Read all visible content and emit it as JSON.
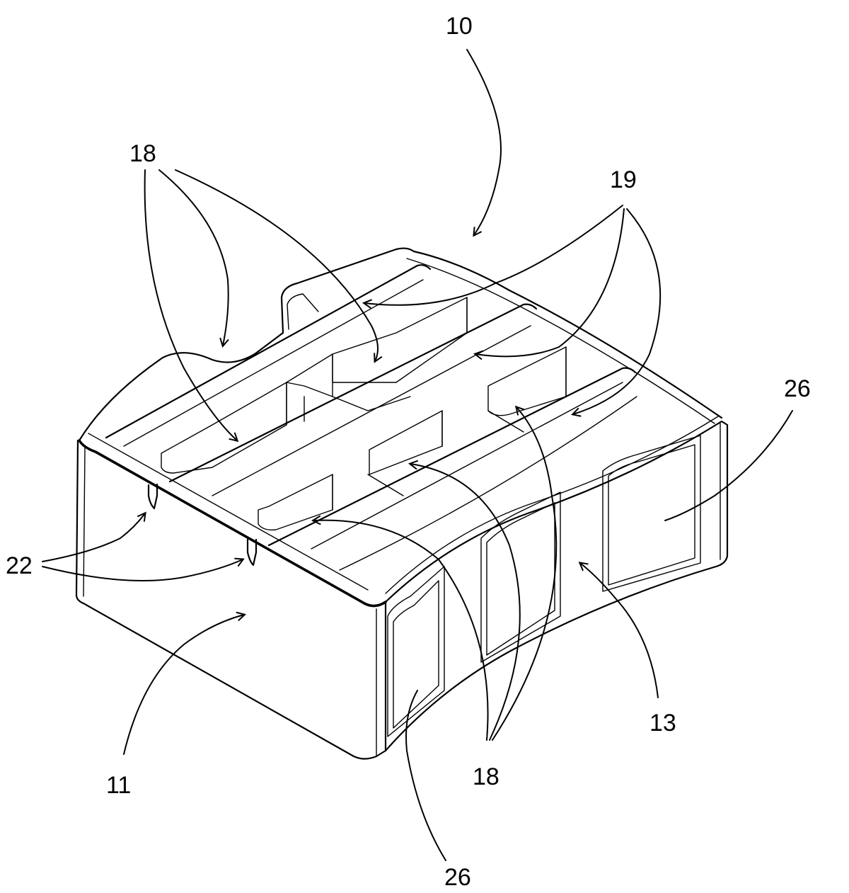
{
  "figure": {
    "reference_labels": [
      {
        "id": "lbl-10",
        "text": "10"
      },
      {
        "id": "lbl-18-top",
        "text": "18"
      },
      {
        "id": "lbl-19",
        "text": "19"
      },
      {
        "id": "lbl-26-right",
        "text": "26"
      },
      {
        "id": "lbl-22",
        "text": "22"
      },
      {
        "id": "lbl-11",
        "text": "11"
      },
      {
        "id": "lbl-18-bottom",
        "text": "18"
      },
      {
        "id": "lbl-13",
        "text": "13"
      },
      {
        "id": "lbl-26-bottom",
        "text": "26"
      }
    ]
  }
}
